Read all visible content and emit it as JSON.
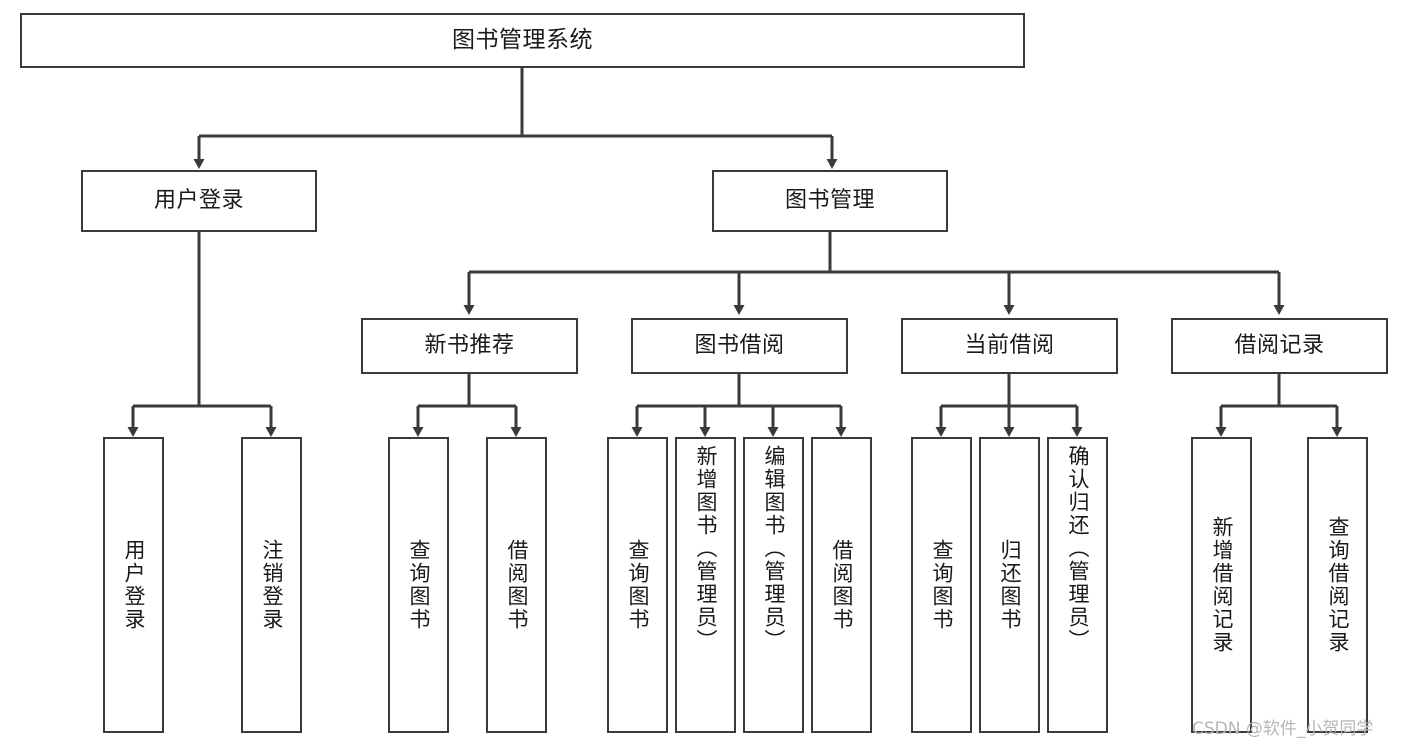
{
  "diagram": {
    "title": "图书管理系统",
    "type": "functional-structure-tree",
    "root": {
      "id": "root",
      "label": "图书管理系统"
    },
    "level2": [
      {
        "id": "user-login",
        "label": "用户登录"
      },
      {
        "id": "book-management",
        "label": "图书管理"
      }
    ],
    "level3": [
      {
        "id": "new-book-recommend",
        "label": "新书推荐"
      },
      {
        "id": "book-borrow",
        "label": "图书借阅"
      },
      {
        "id": "current-borrow",
        "label": "当前借阅"
      },
      {
        "id": "borrow-record",
        "label": "借阅记录"
      }
    ],
    "leaves": {
      "user_login": [
        {
          "id": "leaf-user-login",
          "label": "用户登录"
        },
        {
          "id": "leaf-logout-login",
          "label": "注销登录"
        }
      ],
      "new_book_recommend": [
        {
          "id": "leaf-query-book-1",
          "label": "查询图书"
        },
        {
          "id": "leaf-borrow-book-1",
          "label": "借阅图书"
        }
      ],
      "book_borrow": [
        {
          "id": "leaf-query-book-2",
          "label": "查询图书"
        },
        {
          "id": "leaf-add-book",
          "label": "新增图书（管理员）"
        },
        {
          "id": "leaf-edit-book",
          "label": "编辑图书（管理员）"
        },
        {
          "id": "leaf-borrow-book-2",
          "label": "借阅图书"
        }
      ],
      "current_borrow": [
        {
          "id": "leaf-query-book-3",
          "label": "查询图书"
        },
        {
          "id": "leaf-return-book",
          "label": "归还图书"
        },
        {
          "id": "leaf-confirm-return",
          "label": "确认归还（管理员）"
        }
      ],
      "borrow_record": [
        {
          "id": "leaf-add-record",
          "label": "新增借阅记录"
        },
        {
          "id": "leaf-query-record",
          "label": "查询借阅记录"
        }
      ]
    }
  },
  "watermark": {
    "text": "CSDN @软件_小贺同学"
  },
  "colors": {
    "stroke": "#3a3a3a",
    "background": "#ffffff",
    "text": "#1a1a1a",
    "watermark": "#b6b6b6"
  }
}
